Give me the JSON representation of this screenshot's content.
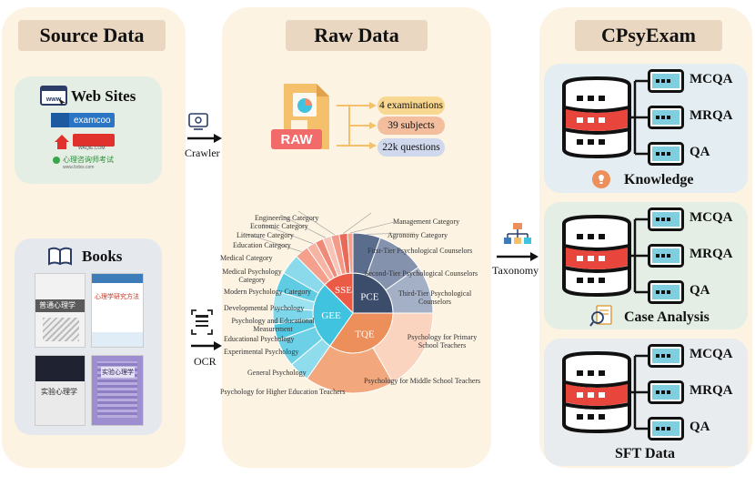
{
  "source": {
    "title": "Source Data",
    "websites": {
      "title": "Web Sites",
      "site1": "examcoo",
      "site2_caption": "WAQIE.COM",
      "site3": "心理咨询师考试",
      "site3_url": "www.fzdxs.com"
    },
    "books": {
      "title": "Books",
      "book1": "普通心理学",
      "book2": "心理学研究方法",
      "book3": "实验心理学",
      "book4": "实验心理学"
    }
  },
  "arrows": {
    "crawler": "Crawler",
    "ocr": "OCR",
    "taxonomy": "Taxonomy"
  },
  "raw": {
    "title": "Raw Data",
    "raw_icon": "RAW",
    "stats": [
      "4 examinations",
      "39 subjects",
      "22k questions"
    ],
    "colors": [
      "#f8d790",
      "#f2be9e",
      "#cfd8ec"
    ]
  },
  "sunburst": {
    "inner": [
      "SSE",
      "PCE",
      "TQE",
      "GEE"
    ],
    "labels_left": [
      "Engineering Category",
      "Economic Category",
      "Literature Category",
      "Education Category",
      "Medical Category",
      "Medical Psychology Category",
      "Modern Psychology Category",
      "Developmental Psychology",
      "Psychology and Educational Measurement",
      "Educational Psychology",
      "Experimental Psychology",
      "General Psychology",
      "Psychology for Higher Education Teachers"
    ],
    "labels_right": [
      "Management Category",
      "Agronomy Category",
      "First-Tier Psychological Counselors",
      "Second-Tier Psychological Counselors",
      "Third-Tier Psychological Counselors",
      "Psychology for Primary School Teachers",
      "Psychology for Middle School Teachers"
    ],
    "colors": {
      "SSE": "#ea5a45",
      "PCE": "#3c4d6b",
      "TQE": "#ec8f5a",
      "GEE": "#3fc3df"
    }
  },
  "cpsy": {
    "title": "CPsyExam",
    "sections": [
      {
        "title": "Knowledge",
        "items": [
          "MCQA",
          "MRQA",
          "QA"
        ]
      },
      {
        "title": "Case Analysis",
        "items": [
          "MCQA",
          "MRQA",
          "QA"
        ]
      },
      {
        "title": "SFT Data",
        "items": [
          "MCQA",
          "MRQA",
          "QA"
        ]
      }
    ]
  }
}
